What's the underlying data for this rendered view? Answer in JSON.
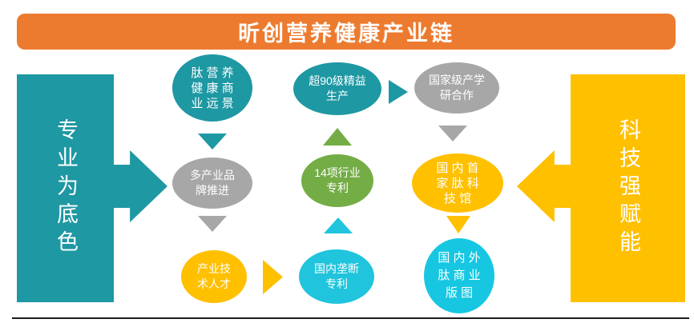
{
  "banner": {
    "title": "昕创营养健康产业链"
  },
  "left_block": {
    "label": "专业为底色"
  },
  "right_block": {
    "label": "科技强赋能"
  },
  "palette": {
    "orange": "#ED7B2F",
    "teal": "#1E98A3",
    "gray": "#A7A7A7",
    "green": "#74AD46",
    "yellow": "#FFC000",
    "cyan": "#20C4DC",
    "cyan_bright": "#17C7E2",
    "line": "#1A1A1A",
    "text_on_shape": "#FFFFFF"
  },
  "nodes": [
    {
      "name": "peptide-nutrition-vision",
      "lines": [
        "肽 营 养",
        "健 康 商",
        "业 远 景"
      ],
      "color": "#1E98A3"
    },
    {
      "name": "lean-production",
      "lines": [
        "超90级精益",
        "生产"
      ],
      "color": "#1E98A3"
    },
    {
      "name": "national-research-cooperation",
      "lines": [
        "国家级产学",
        "研合作"
      ],
      "color": "#A7A7A7"
    },
    {
      "name": "multi-industry-brand-promotion",
      "lines": [
        "多产业品",
        "牌推进"
      ],
      "color": "#A7A7A7"
    },
    {
      "name": "industry-patents-14",
      "lines": [
        "14项行业",
        "专利"
      ],
      "color": "#74AD46"
    },
    {
      "name": "first-domestic-peptide-museum",
      "lines": [
        "国 内 首",
        "家 肽 科",
        "技 馆"
      ],
      "color": "#FFC000"
    },
    {
      "name": "industry-technical-talent",
      "lines": [
        "产业技",
        "术人才"
      ],
      "color": "#FFC000"
    },
    {
      "name": "domestic-monopoly-patents",
      "lines": [
        "国内垄断",
        "专利"
      ],
      "color": "#20C4DC"
    },
    {
      "name": "domestic-overseas-peptide-map",
      "lines": [
        "国 内 外",
        "肽 商 业",
        "版 图"
      ],
      "color": "#17C7E2"
    }
  ]
}
